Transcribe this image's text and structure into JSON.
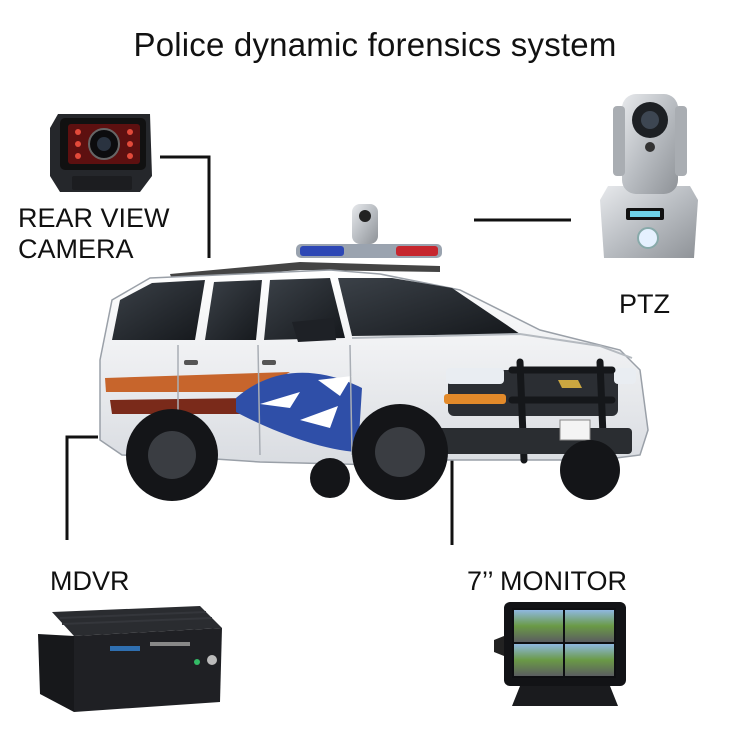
{
  "title": "Police dynamic forensics system",
  "labels": {
    "rear_view_camera_line1": "REAR VIEW",
    "rear_view_camera_line2": "CAMERA",
    "ptz": "PTZ",
    "mdvr": "MDVR",
    "monitor": "7’’ MONITOR"
  },
  "colors": {
    "car_body": "#f2f3f5",
    "stripe_blue": "#2f4fa8",
    "stripe_orange": "#c7652c",
    "device_black": "#1b1c1f",
    "ptz_silver": "#c9ccd0",
    "connector": "#111111"
  },
  "icons": [
    "rear-camera-icon",
    "ptz-camera-icon",
    "police-suv-icon",
    "mdvr-icon",
    "monitor-icon"
  ]
}
